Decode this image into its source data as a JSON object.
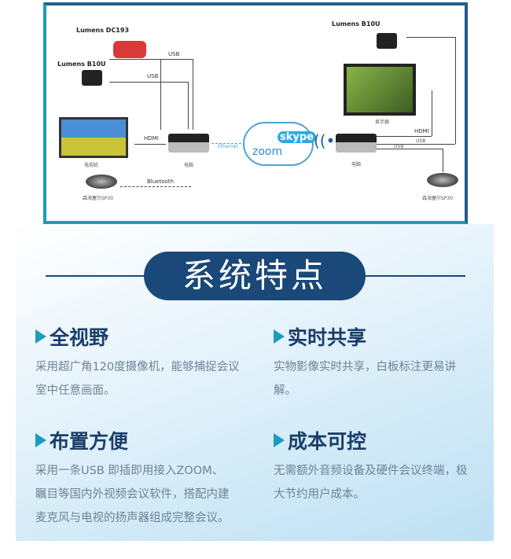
{
  "diagram": {
    "left": {
      "doc_cam": "Lumens DC193",
      "camera": "Lumens B10U",
      "usb1": "USB",
      "usb2": "USB",
      "hdmi": "HDMI",
      "tv": "电视机",
      "pc": "电脑",
      "bluetooth": "Bluetooth",
      "speaker": "森海塞尔SP30",
      "ethernet": "Ethernet"
    },
    "cloud": {
      "zoom": "zoom",
      "skype": "skype"
    },
    "right": {
      "camera": "Lumens B10U",
      "display": "显示器",
      "hdmi": "HDMI",
      "usb1": "USB",
      "usb2": "USB",
      "pc": "电脑",
      "speaker": "森海塞尔SP30"
    }
  },
  "section_title": "系统特点",
  "features": [
    {
      "title": "全视野",
      "desc": "采用超广角120度摄像机，能够捕捉会议室中任意画面。"
    },
    {
      "title": "实时共享",
      "desc": "实物影像实时共享，白板标注更易讲解。"
    },
    {
      "title": "布置方便",
      "desc": "采用一条USB 即插即用接入ZOOM、瞩目等国内外视频会议软件，搭配内建麦克风与电视的扬声器组成完整会议。"
    },
    {
      "title": "成本可控",
      "desc": "无需额外音频设备及硬件会议终端，极大节约用户成本。"
    }
  ]
}
